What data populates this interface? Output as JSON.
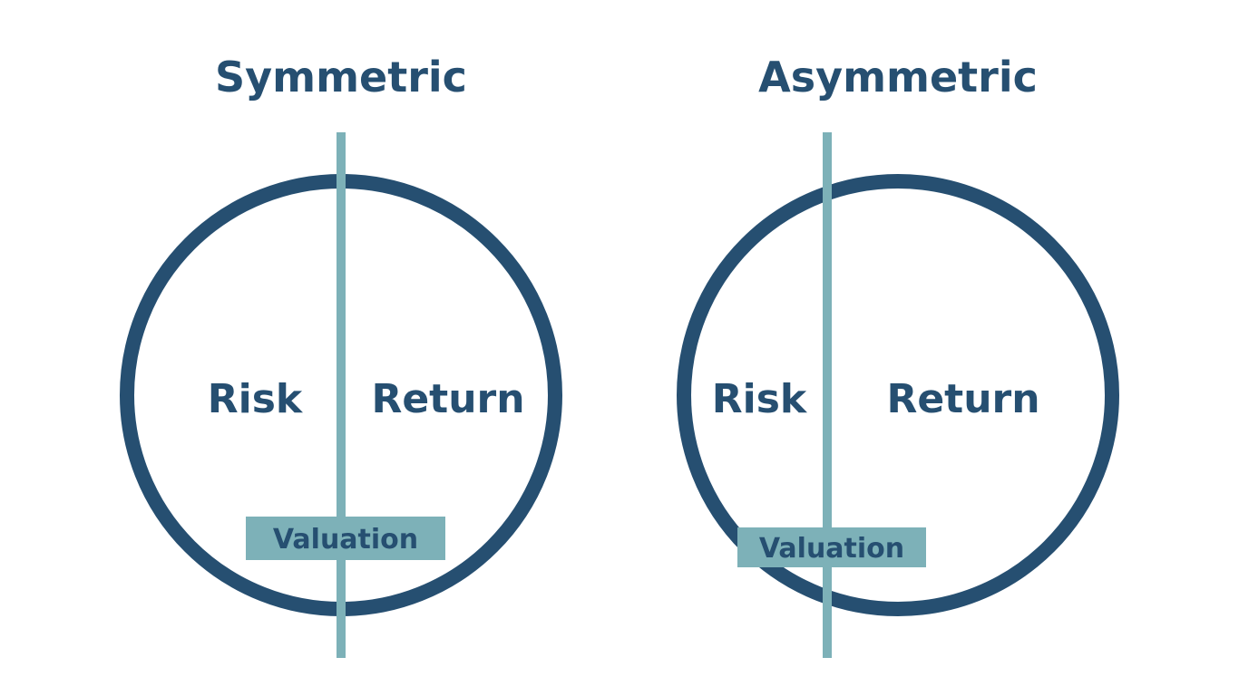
{
  "colors": {
    "primary": "#264f71",
    "accent": "#7db1b8",
    "background": "#ffffff"
  },
  "panels": [
    {
      "title": "Symmetric",
      "left_label": "Risk",
      "right_label": "Return",
      "tag_label": "Valuation"
    },
    {
      "title": "Asymmetric",
      "left_label": "Risk",
      "right_label": "Return",
      "tag_label": "Valuation"
    }
  ]
}
